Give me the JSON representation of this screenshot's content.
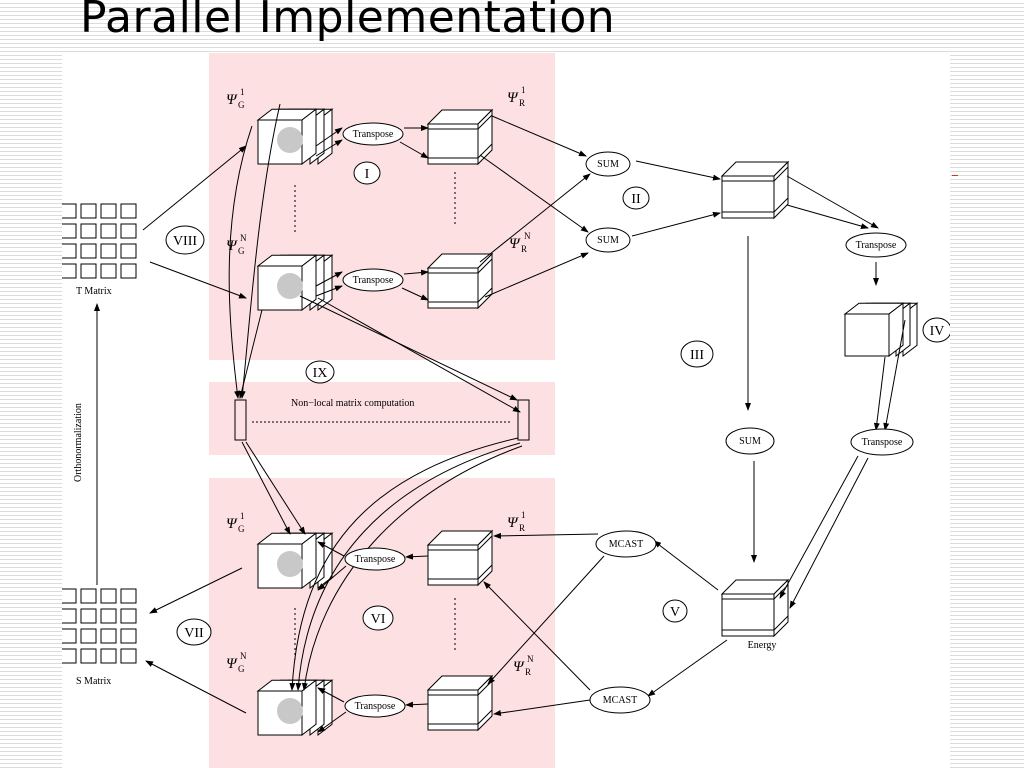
{
  "slide": {
    "title": "Parallel Implementation"
  },
  "diagram": {
    "ops": {
      "transpose": "Transpose",
      "sum": "SUM",
      "mcast": "MCAST"
    },
    "labels": {
      "t_matrix": "T Matrix",
      "s_matrix": "S Matrix",
      "orthonormalization": "Orthonormalization",
      "nonlocal": "Non−local matrix computation",
      "energy": "Energy"
    },
    "steps": [
      "I",
      "II",
      "III",
      "IV",
      "V",
      "VI",
      "VII",
      "VIII",
      "IX"
    ],
    "psi": {
      "symbol": "Ψ",
      "g": "G",
      "r": "R",
      "sup_first": "1",
      "sup_last": "N"
    },
    "colors": {
      "band": "#fde0e2",
      "ink": "#000000",
      "sphere": "#c8c8c8"
    }
  }
}
